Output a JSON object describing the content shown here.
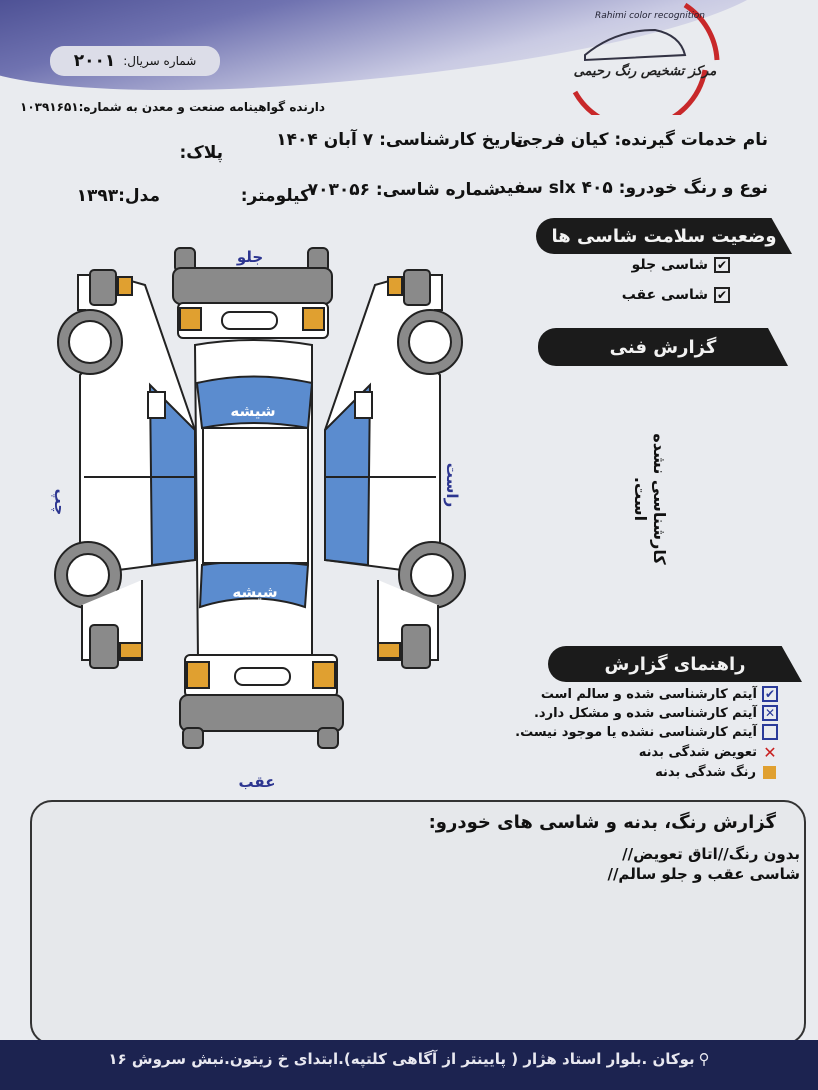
{
  "header": {
    "serial_label": "شماره سریال:",
    "serial_value": "۲۰۰۱",
    "certificate": "دارنده گواهینامه صنعت و معدن به شماره:۱۰۳۹۱۶۵۱",
    "logo_text_en": "Rahimi color recognition",
    "logo_text_fa": "مرکز تشخیص رنگ رحیمی"
  },
  "info": {
    "customer": "نام خدمات گیرنده: کیان فرجی",
    "date": "تاریخ کارشناسی: ۷ آبان ۱۴۰۴",
    "plate": "پلاک:",
    "vehicle": "نوع و رنگ خودرو: ۴۰۵ slx سفید",
    "chassis": "شماره شاسی:  ۷۰۳۰۵۶",
    "km": "کیلومتر:",
    "model": "مدل:۱۳۹۳"
  },
  "chassis_status": {
    "title": "وضعیت سلامت شاسی ها",
    "items": [
      {
        "label": "شاسی جلو",
        "state": "checked"
      },
      {
        "label": "شاسی عقب",
        "state": "checked"
      }
    ]
  },
  "technical": {
    "title": "گزارش فنی",
    "note": "کارشناسی نشده است."
  },
  "diagram": {
    "front": "جلو",
    "rear": "عقب",
    "right": "راست",
    "left": "چپ",
    "glass": "شیشه",
    "colors": {
      "glass": "#5b8ccf",
      "panel": "#8a8a8a",
      "light": "#e0a030"
    }
  },
  "guide": {
    "title": "راهنمای گزارش",
    "items": [
      {
        "label": "آیتم کارشناسی شده و سالم است",
        "icon": "check-box-icon"
      },
      {
        "label": "آیتم کارشناسی شده و مشکل دارد.",
        "icon": "x-box-icon"
      },
      {
        "label": "آیتم کارشناسی نشده یا موجود نیست.",
        "icon": "empty-box-icon"
      },
      {
        "label": "تعویض شدگی بدنه",
        "icon": "red-x-icon"
      },
      {
        "label": "رنگ شدگی بدنه",
        "icon": "orange-square-icon"
      }
    ]
  },
  "report": {
    "title": "گزارش رنگ، بدنه و شاسی های خودرو:",
    "lines": [
      "بدون رنگ//اتاق تعویض//",
      "شاسی عقب و جلو سالم//"
    ]
  },
  "footer": {
    "address": "بوکان .بلوار استاد هژار ( پایینتر از آگاهی کلتپه).ابتدای خ زیتون.نبش سروش ۱۶"
  }
}
